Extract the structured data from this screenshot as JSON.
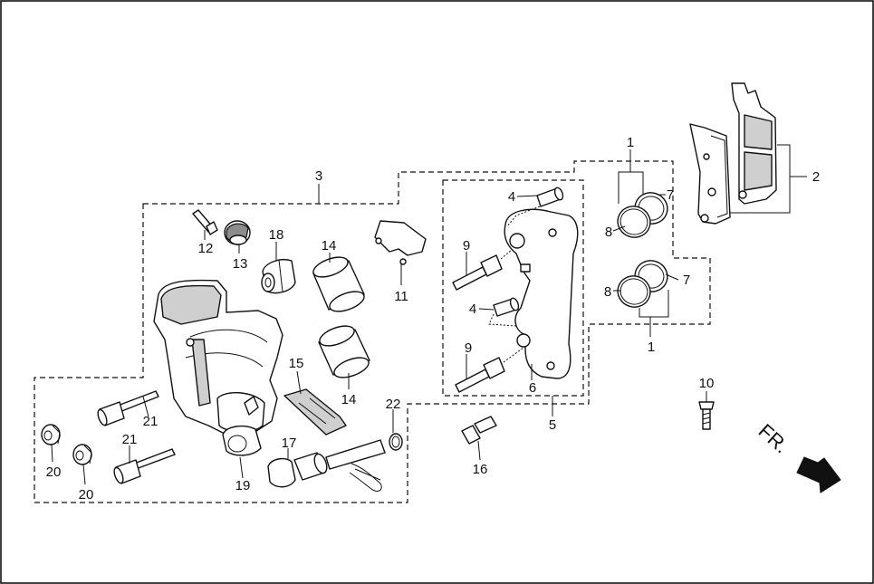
{
  "diagram": {
    "callouts": [
      "1",
      "2",
      "3",
      "4",
      "5",
      "6",
      "7",
      "8",
      "9",
      "10",
      "11",
      "12",
      "13",
      "14",
      "15",
      "16",
      "17",
      "18",
      "19",
      "20",
      "21",
      "22"
    ],
    "direction_label": "FR."
  }
}
